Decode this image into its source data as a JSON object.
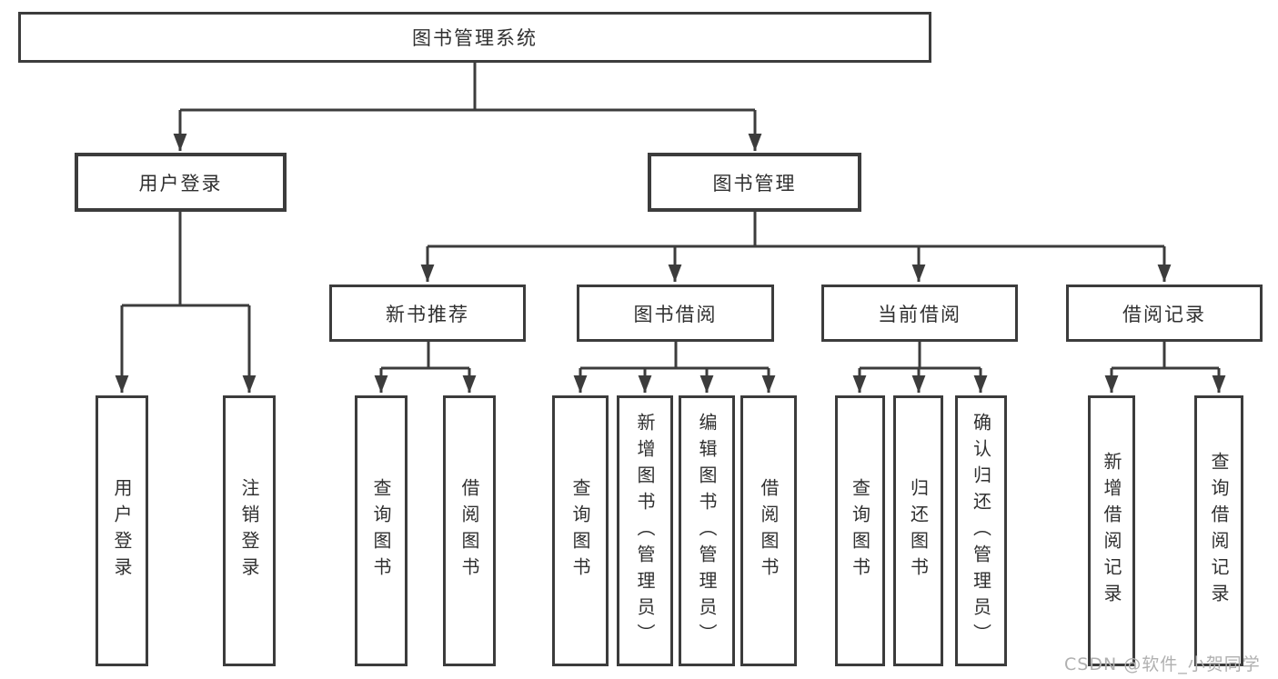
{
  "nodes": {
    "root": "图书管理系统",
    "user_login_branch": "用户登录",
    "book_mgmt_branch": "图书管理",
    "new_book": "新书推荐",
    "book_borrow": "图书借阅",
    "current_borrow": "当前借阅",
    "borrow_records": "借阅记录",
    "leaf_user_login": "用户登录",
    "leaf_logout": "注销登录",
    "leaf_nb_query_book": "查询图书",
    "leaf_nb_borrow_book": "借阅图书",
    "leaf_bb_query_book": "查询图书",
    "leaf_bb_add_book": "新增图书（管理员）",
    "leaf_bb_edit_book": "编辑图书（管理员）",
    "leaf_bb_borrow_book": "借阅图书",
    "leaf_cb_query_book": "查询图书",
    "leaf_cb_return_book": "归还图书",
    "leaf_cb_confirm_return": "确认归还（管理员）",
    "leaf_br_new_record": "新增借阅记录",
    "leaf_br_query_record": "查询借阅记录"
  },
  "watermark": "CSDN @软件_小贺同学",
  "colors": {
    "line": "#3c3c3c",
    "text": "#303030",
    "watermark": "#b0b0b0",
    "background": "#ffffff"
  }
}
